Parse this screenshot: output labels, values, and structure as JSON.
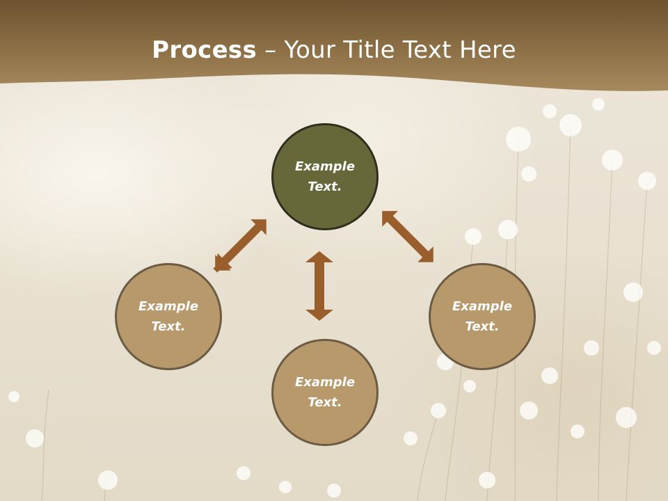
{
  "slide": {
    "title_bold": "Process",
    "title_rest": " – Your Title Text Here",
    "colors": {
      "header_band": "#8d7046",
      "circle_top": "#67683a",
      "circle_other": "#b7996c",
      "arrow": "#9a5d2c"
    }
  },
  "cycle": {
    "nodes": [
      {
        "label": "Example\nText."
      },
      {
        "label": "Example\nText."
      },
      {
        "label": "Example\nText."
      },
      {
        "label": "Example\nText."
      }
    ]
  }
}
